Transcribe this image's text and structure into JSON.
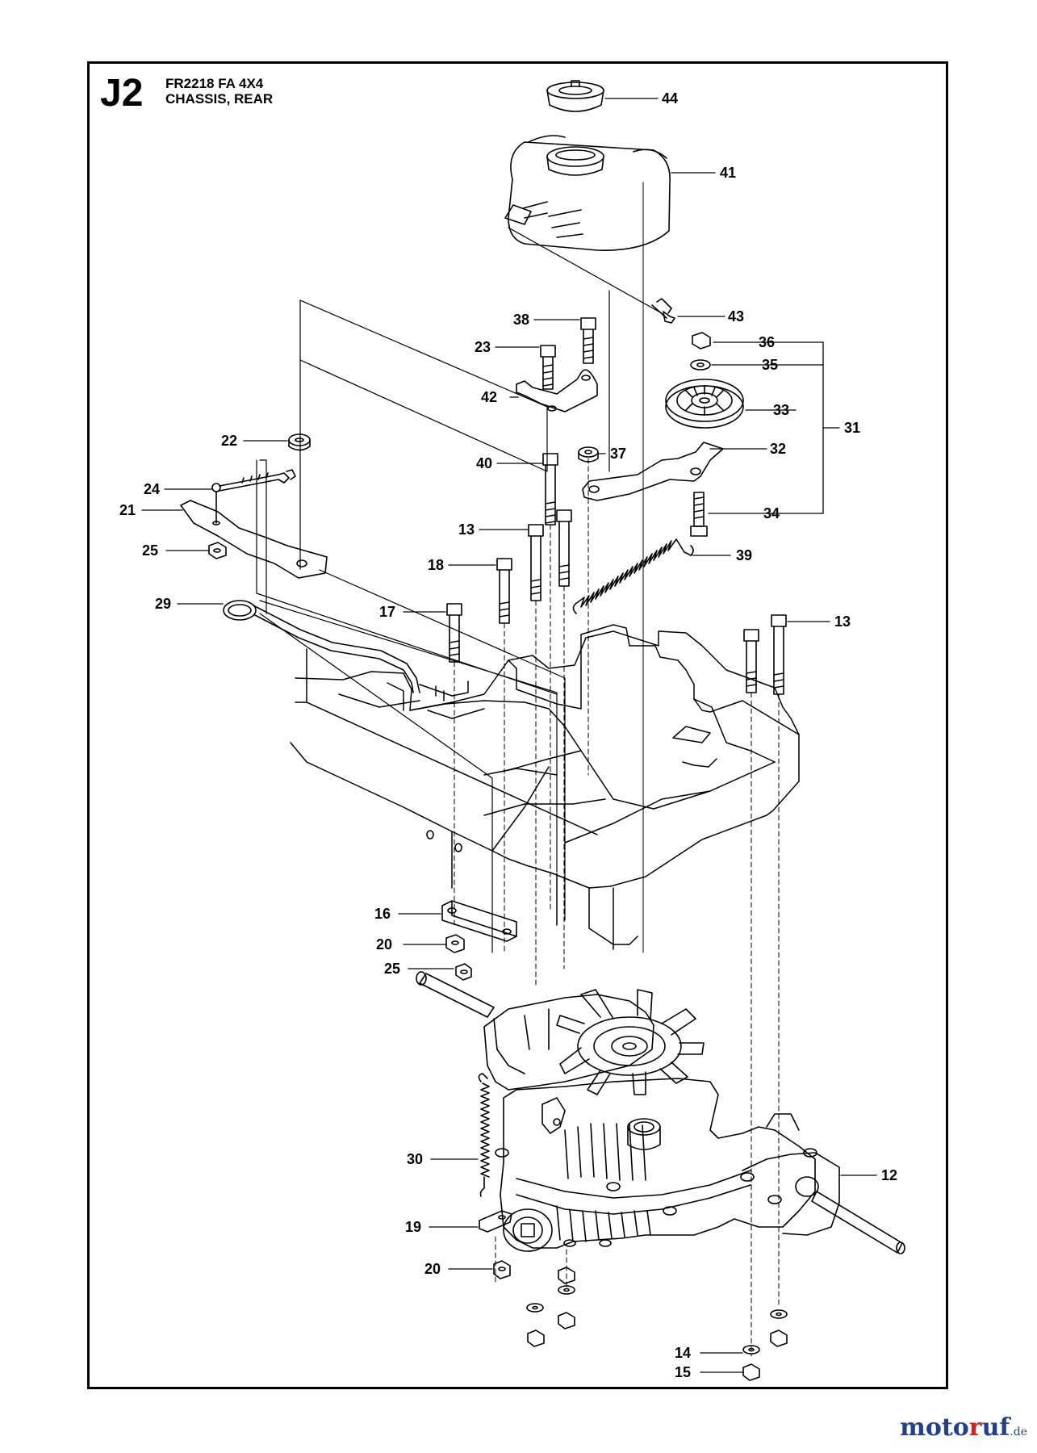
{
  "header": {
    "section_code": "J2",
    "model": "FR2218 FA 4X4",
    "section_title": "CHASSIS, REAR"
  },
  "callouts": {
    "c44": "44",
    "c41": "41",
    "c43": "43",
    "c38": "38",
    "c23": "23",
    "c36": "36",
    "c35": "35",
    "c42": "42",
    "c33": "33",
    "c31": "31",
    "c22": "22",
    "c40": "40",
    "c37": "37",
    "c32": "32",
    "c24": "24",
    "c21": "21",
    "c34": "34",
    "c13a": "13",
    "c25a": "25",
    "c18": "18",
    "c39": "39",
    "c29": "29",
    "c17": "17",
    "c13b": "13",
    "c16": "16",
    "c20a": "20",
    "c25b": "25",
    "c30": "30",
    "c12": "12",
    "c19": "19",
    "c20b": "20",
    "c14": "14",
    "c15": "15"
  },
  "watermark": {
    "brand_start": "moto",
    "brand_accent": "r",
    "brand_end": "uf",
    "domain_suffix": ".de",
    "colors": {
      "primary": "#1f3f8f",
      "accent": "#d6221e"
    }
  }
}
